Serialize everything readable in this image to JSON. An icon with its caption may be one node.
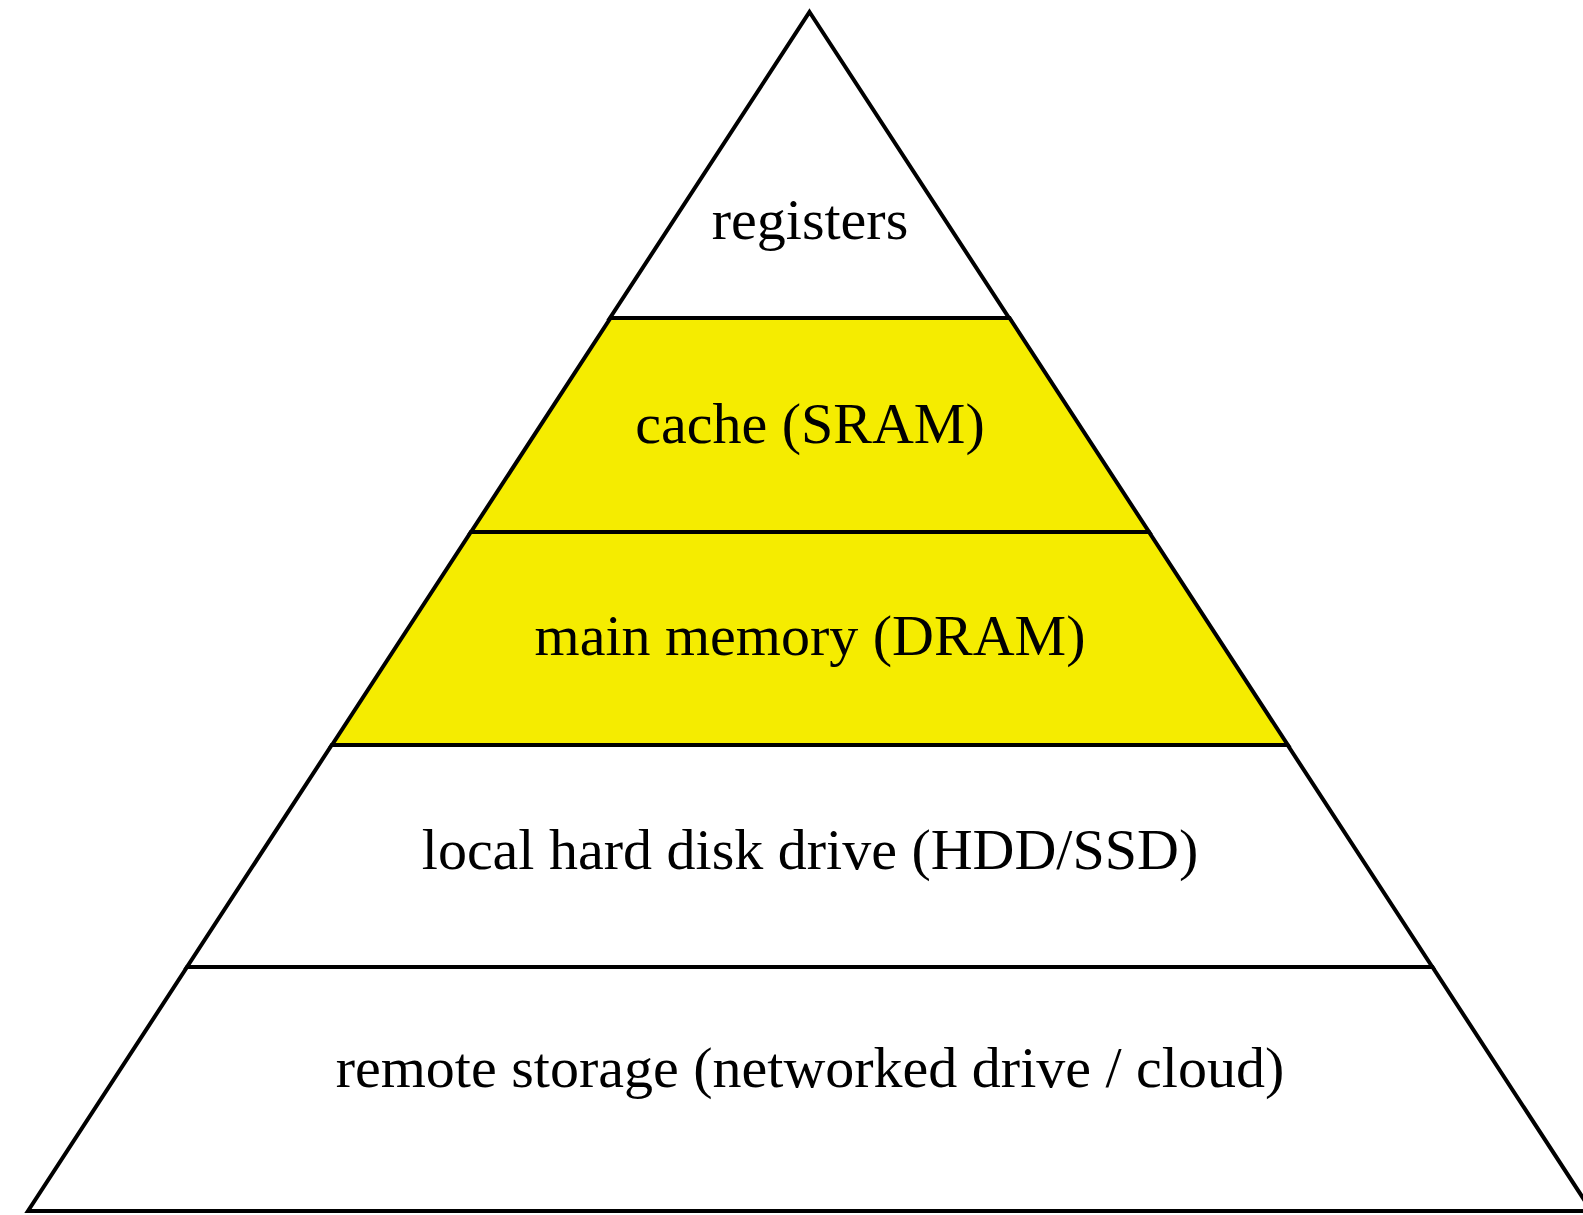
{
  "diagram": {
    "nodes": [
      {
        "text": [
          "registers"
        ]
      },
      {
        "text": [
          "cache (SRAM)"
        ]
      },
      {
        "text": [
          "main memory (DRAM)"
        ]
      },
      {
        "text": [
          "local hard disk drive (HDD/SSD)"
        ]
      },
      {
        "text": [
          "remote storage (networked drive / cloud)"
        ]
      }
    ]
  }
}
